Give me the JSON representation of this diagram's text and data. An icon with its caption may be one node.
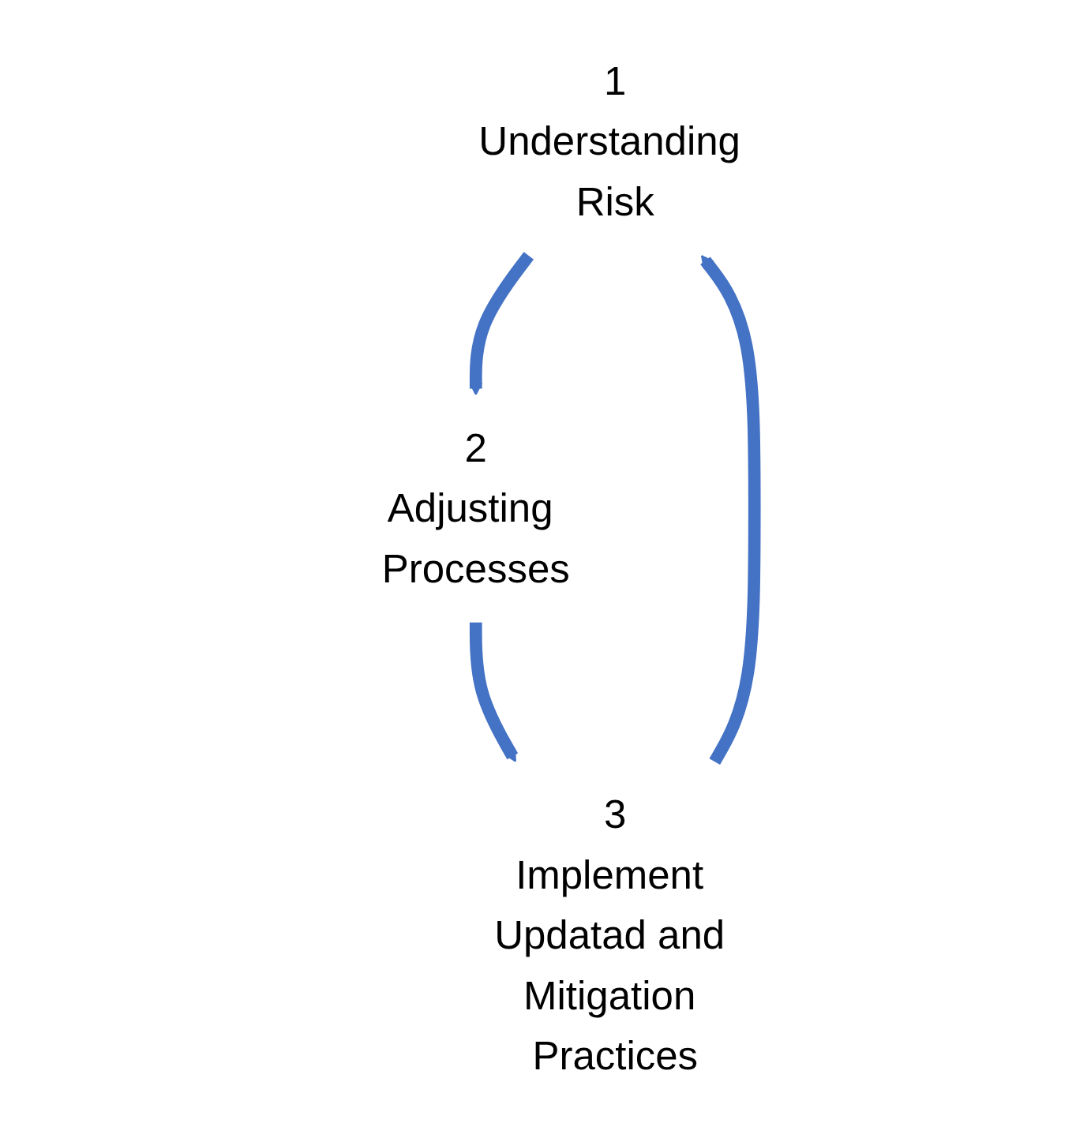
{
  "diagram": {
    "nodes": [
      {
        "text": [
          "1",
          "Understanding Risk"
        ]
      },
      {
        "text": [
          "2",
          "Adjusting Processes"
        ]
      },
      {
        "text": [
          "3",
          "Implement Updatad and Mitigation Practices"
        ]
      }
    ],
    "edges": [
      {
        "from": 0,
        "to": 1,
        "arrow": "to"
      },
      {
        "from": 1,
        "to": 2,
        "arrow": "to"
      },
      {
        "from": 2,
        "to": 0,
        "arrow": "to"
      }
    ]
  }
}
